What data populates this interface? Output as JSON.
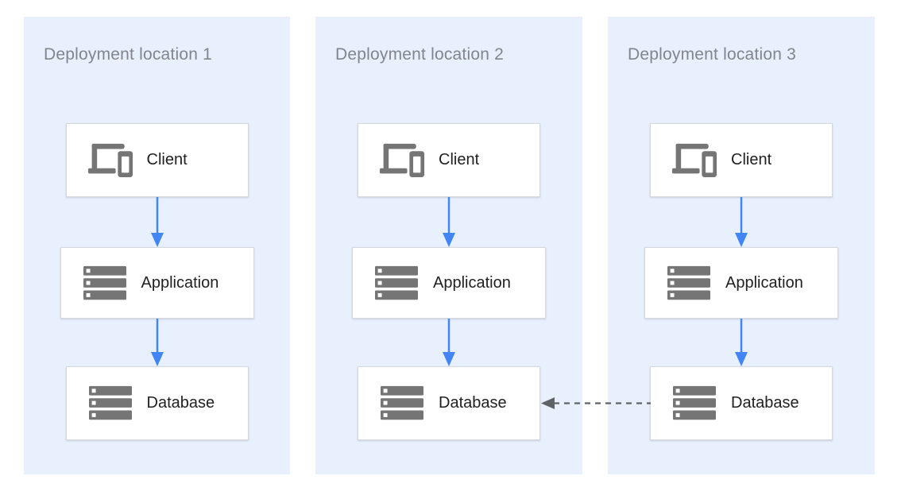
{
  "colors": {
    "page-bg": "#ffffff",
    "panel-bg": "#e8f0fe",
    "panel-title": "#80868b",
    "node-bg": "#ffffff",
    "node-border": "#d5d8dc",
    "node-label": "#212121",
    "icon-gray": "#757575",
    "arrow-blue": "#4285f4",
    "arrow-gray": "#5f6368"
  },
  "diagram": {
    "panels": [
      {
        "title": "Deployment location 1",
        "nodes": [
          {
            "label": "Client",
            "icon": "devices-icon"
          },
          {
            "label": "Application",
            "icon": "servers-icon"
          },
          {
            "label": "Database",
            "icon": "servers-icon"
          }
        ]
      },
      {
        "title": "Deployment location 2",
        "nodes": [
          {
            "label": "Client",
            "icon": "devices-icon"
          },
          {
            "label": "Application",
            "icon": "servers-icon"
          },
          {
            "label": "Database",
            "icon": "servers-icon"
          }
        ]
      },
      {
        "title": "Deployment location 3",
        "nodes": [
          {
            "label": "Client",
            "icon": "devices-icon"
          },
          {
            "label": "Application",
            "icon": "servers-icon"
          },
          {
            "label": "Database",
            "icon": "servers-icon"
          }
        ]
      }
    ],
    "arrows": [
      {
        "from": "location-1-client",
        "to": "location-1-application",
        "style": "solid",
        "color": "#4285f4"
      },
      {
        "from": "location-1-application",
        "to": "location-1-database",
        "style": "solid",
        "color": "#4285f4"
      },
      {
        "from": "location-2-client",
        "to": "location-2-application",
        "style": "solid",
        "color": "#4285f4"
      },
      {
        "from": "location-2-application",
        "to": "location-2-database",
        "style": "solid",
        "color": "#4285f4"
      },
      {
        "from": "location-3-client",
        "to": "location-3-application",
        "style": "solid",
        "color": "#4285f4"
      },
      {
        "from": "location-3-application",
        "to": "location-3-database",
        "style": "solid",
        "color": "#4285f4"
      },
      {
        "from": "location-3-database",
        "to": "location-2-database",
        "style": "dashed",
        "color": "#5f6368"
      }
    ]
  }
}
